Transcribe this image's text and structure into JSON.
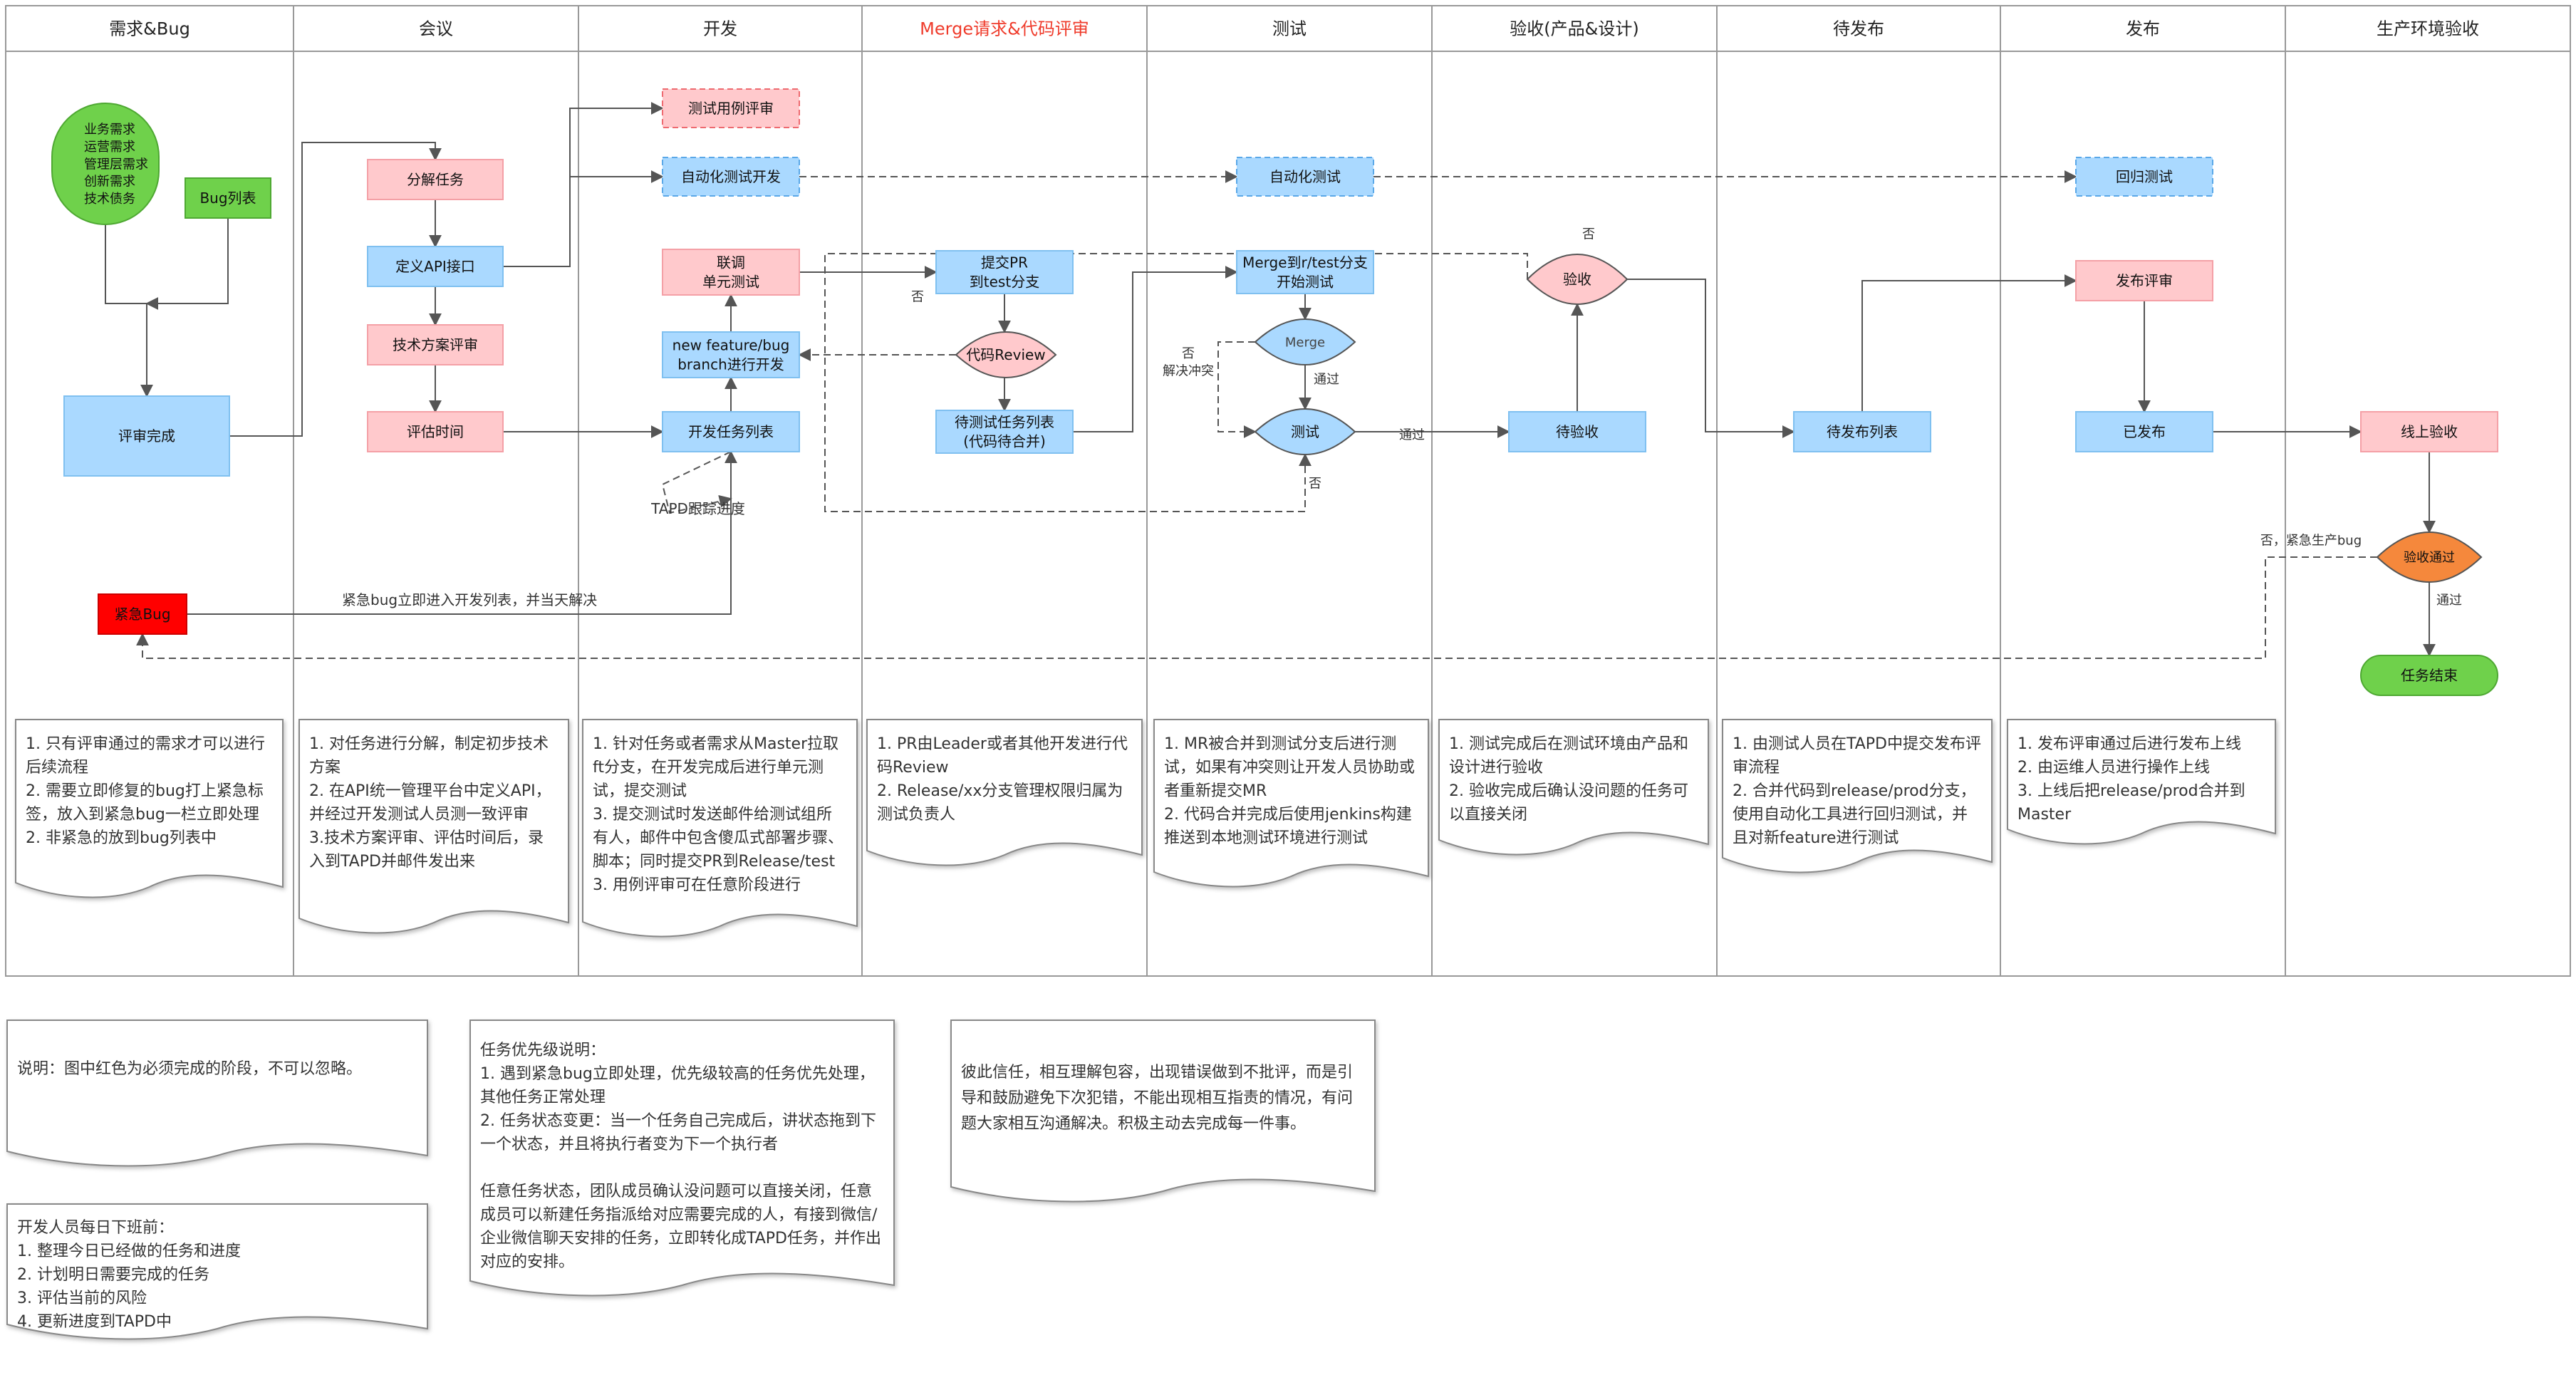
{
  "lanes": [
    "需求&Bug",
    "会议",
    "开发",
    "Merge请求&代码评审",
    "测试",
    "验收(产品&设计)",
    "待发布",
    "发布",
    "生产环境验收"
  ],
  "colors": {
    "pink": "#ffc9cc",
    "blue": "#aad9ff",
    "green": "#6fd14b",
    "red": "#ff0000",
    "orange": "#f5883c",
    "accent": "#ef3b2b"
  },
  "nodes": {
    "req_group": "业务需求\n运营需求\n管理层需求\n创新需求\n技术债务",
    "bug_list": "Bug列表",
    "review_done": "评审完成",
    "urgent_bug": "紧急Bug",
    "decompose": "分解任务",
    "define_api": "定义API接口",
    "tech_review": "技术方案评审",
    "estimate": "评估时间",
    "test_case_review": "测试用例评审",
    "auto_test_dev": "自动化测试开发",
    "debug_test": "联调\n单元测试",
    "new_branch": "new feature/bug\nbranch进行开发",
    "dev_tasks": "开发任务列表",
    "submit_pr": "提交PR\n到test分支",
    "code_review": "代码Review",
    "pending_test": "待测试任务列表\n(代码待合并)",
    "auto_test": "自动化测试",
    "merge_test": "Merge到r/test分支\n开始测试",
    "merge_diamond": "Merge",
    "test_diamond": "测试",
    "accept": "验收",
    "pending_accept": "待验收",
    "pending_release": "待发布列表",
    "regression": "回归测试",
    "release_review": "发布评审",
    "released": "已发布",
    "online_accept": "线上验收",
    "accept_passed": "验收通过",
    "task_end": "任务结束"
  },
  "edge_labels": {
    "no_1": "否",
    "no_2": "否\n解决冲突",
    "pass_1": "通过",
    "pass_2": "通过",
    "no_3": "否",
    "no_4": "否",
    "pass_3": "通过",
    "tapd": "TAPD跟踪进度",
    "urgent": "紧急bug立即进入开发列表，并当天解决",
    "urgent_prod": "否，紧急生产bug"
  },
  "lane_notes": [
    "1. 只有评审通过的需求才可以进行后续流程\n2. 需要立即修复的bug打上紧急标签，放入到紧急bug一栏立即处理\n2. 非紧急的放到bug列表中",
    "1. 对任务进行分解，制定初步技术方案\n2. 在API统一管理平台中定义API，并经过开发测试人员测一致评审\n3.技术方案评审、评估时间后，录入到TAPD并邮件发出来",
    "1. 针对任务或者需求从Master拉取ft分支，在开发完成后进行单元测试，提交测试\n3. 提交测试时发送邮件给测试组所有人，邮件中包含傻瓜式部署步骤、脚本；同时提交PR到Release/test\n3. 用例评审可在任意阶段进行",
    "1. PR由Leader或者其他开发进行代码Review\n2. Release/xx分支管理权限归属为测试负责人",
    "1. MR被合并到测试分支后进行测试，如果有冲突则让开发人员协助或者重新提交MR\n2. 代码合并完成后使用jenkins构建推送到本地测试环境进行测试",
    "1. 测试完成后在测试环境由产品和设计进行验收\n2. 验收完成后确认没问题的任务可以直接关闭",
    "1. 由测试人员在TAPD中提交发布评审流程\n2. 合并代码到release/prod分支，使用自动化工具进行回归测试，并且对新feature进行测试",
    "1. 发布评审通过后进行发布上线\n2. 由运维人员进行操作上线\n3. 上线后把release/prod合并到Master"
  ],
  "bottom_notes": {
    "explain": "说明：图中红色为必须完成的阶段，不可以忽略。",
    "daily": "开发人员每日下班前：\n1. 整理今日已经做的任务和进度\n2. 计划明日需要完成的任务\n3. 评估当前的风险\n4. 更新进度到TAPD中",
    "priority": "任务优先级说明：\n1. 遇到紧急bug立即处理，优先级较高的任务优先处理，其他任务正常处理\n2. 任务状态变更：当一个任务自己完成后，讲状态拖到下一个状态，并且将执行者变为下一个执行者\n\n任意任务状态，团队成员确认没问题可以直接关闭，任意成员可以新建任务指派给对应需要完成的人，有接到微信/企业微信聊天安排的任务，立即转化成TAPD任务，并作出对应的安排。",
    "trust": "彼此信任，相互理解包容，出现错误做到不批评，而是引导和鼓励避免下次犯错，不能出现相互指责的情况，有问题大家相互沟通解决。积极主动去完成每一件事。"
  }
}
